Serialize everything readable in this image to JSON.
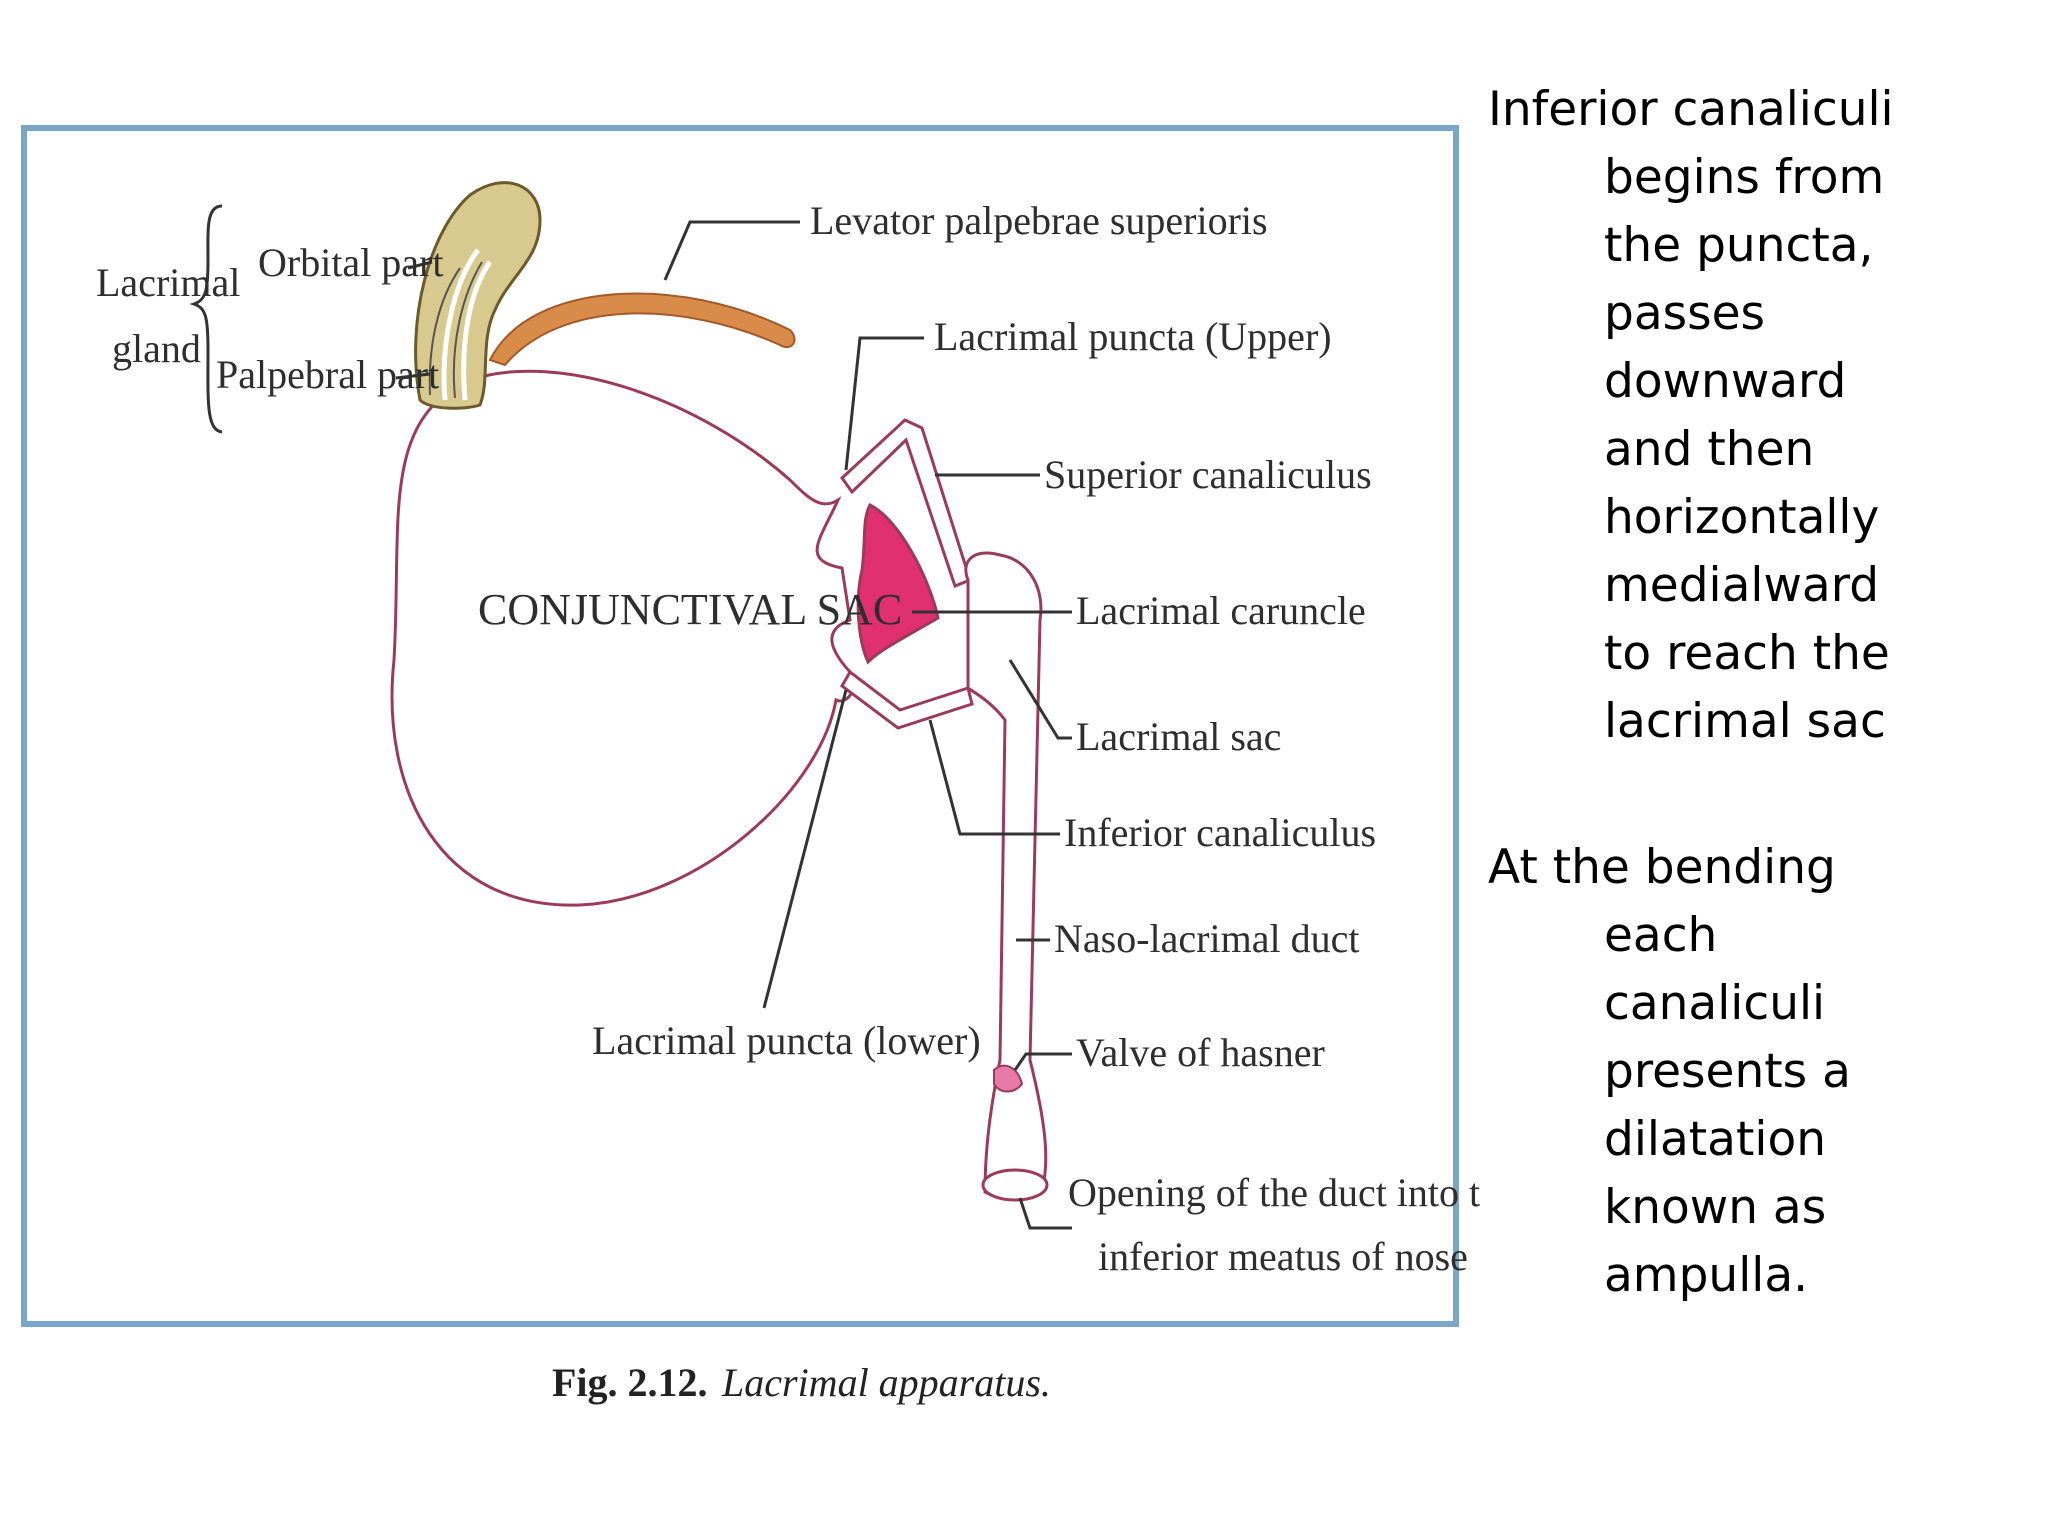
{
  "diagram": {
    "labels": {
      "lacrimal_gland_line1": "Lacrimal",
      "lacrimal_gland_line2": "gland",
      "orbital_part": "Orbital part",
      "palpebral_part": "Palpebral part",
      "levator": "Levator palpebrae superioris",
      "puncta_upper": "Lacrimal puncta (Upper)",
      "superior_canaliculus": "Superior canaliculus",
      "conjunctival_sac": "CONJUNCTIVAL SAC",
      "caruncle": "Lacrimal caruncle",
      "lacrimal_sac": "Lacrimal sac",
      "inferior_canaliculus": "Inferior canaliculus",
      "nasolacrimal_duct": "Naso-lacrimal duct",
      "puncta_lower": "Lacrimal puncta (lower)",
      "valve": "Valve of hasner",
      "opening_line1": "Opening of the duct into the",
      "opening_line2": "inferior meatus of nose"
    },
    "caption_number": "Fig. 2.12.",
    "caption_text": "Lacrimal apparatus."
  },
  "text_panel": [
    {
      "first": "Inferior canaliculi",
      "rest": [
        "begins from",
        "the puncta,",
        "passes",
        "downward",
        "and then",
        "horizontally",
        "medialward",
        "to reach the",
        "lacrimal sac"
      ]
    },
    {
      "first": "At the bending",
      "rest": [
        "each",
        "canaliculi",
        "presents a",
        "dilatation",
        "known as",
        "ampulla."
      ]
    }
  ],
  "colors": {
    "frame": "#7aa6c8",
    "outline": "#9c3a5c",
    "caruncle": "#e0306f",
    "levator": "#d98c4a",
    "gland": "#d8c98f"
  }
}
